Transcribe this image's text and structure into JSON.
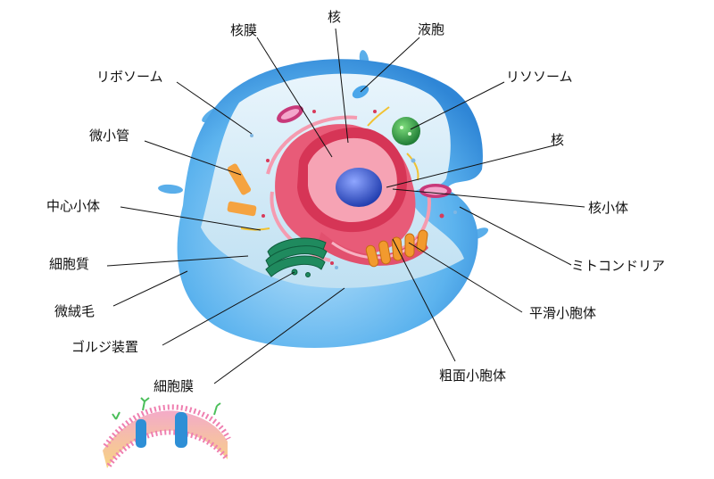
{
  "labels": {
    "nuclear_membrane": "核膜",
    "nucleus_top": "核",
    "vacuole": "液胞",
    "ribosome": "リボソーム",
    "lysosome": "リソソーム",
    "microtubule": "微小管",
    "nucleus": "核",
    "centriole": "中心小体",
    "nucleolus": "核小体",
    "cytoplasm": "細胞質",
    "mitochondria": "ミトコンドリア",
    "microvilli": "微絨毛",
    "smooth_er": "平滑小胞体",
    "golgi": "ゴルジ装置",
    "rough_er": "粗面小胞体",
    "cell_membrane": "細胞膜"
  },
  "colors": {
    "cell_outer": "#4aa6ea",
    "cell_inner": "#cfe9f7",
    "nucleus_envelope": "#e0435f",
    "nucleus_inside": "#f6a3b4",
    "nucleolus": "#3d5fd0",
    "golgi": "#1f8a5e",
    "mitochondria": "#f29a2e",
    "lysosome": "#3aa64b",
    "leader_line": "#111111"
  }
}
